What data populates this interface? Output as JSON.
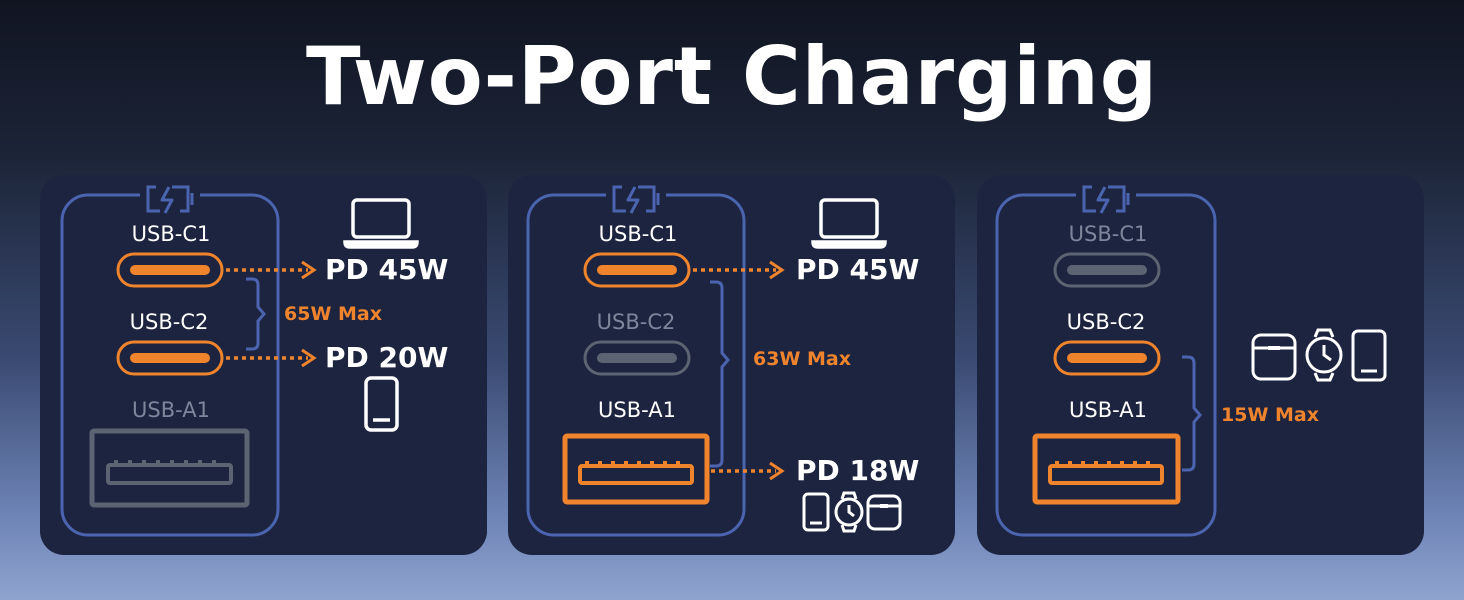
{
  "title": "Two-Port Charging",
  "colors": {
    "active": "#f0842c",
    "inactive": "#5c6372",
    "frame": "#4b64b0",
    "text": "#ffffff",
    "panel": "#1d2440"
  },
  "panels": [
    {
      "ports": [
        {
          "label": "USB-C1",
          "active": true
        },
        {
          "label": "USB-C2",
          "active": true
        },
        {
          "label": "USB-A1",
          "active": false
        }
      ],
      "outputs": [
        {
          "text": "PD 45W",
          "device_icon": "laptop-icon"
        },
        {
          "text": "PD 20W",
          "device_icon": "phone-icon"
        }
      ],
      "max": "65W Max"
    },
    {
      "ports": [
        {
          "label": "USB-C1",
          "active": true
        },
        {
          "label": "USB-C2",
          "active": false
        },
        {
          "label": "USB-A1",
          "active": true
        }
      ],
      "outputs": [
        {
          "text": "PD 45W",
          "device_icon": "laptop-icon"
        },
        {
          "text": "PD 18W",
          "device_icons": [
            "phone-icon",
            "watch-icon",
            "earbuds-case-icon"
          ]
        }
      ],
      "max": "63W Max"
    },
    {
      "ports": [
        {
          "label": "USB-C1",
          "active": false
        },
        {
          "label": "USB-C2",
          "active": true
        },
        {
          "label": "USB-A1",
          "active": true
        }
      ],
      "outputs": [
        {
          "device_icons": [
            "earbuds-case-icon",
            "watch-icon",
            "phone-icon"
          ]
        }
      ],
      "max": "15W Max"
    }
  ]
}
